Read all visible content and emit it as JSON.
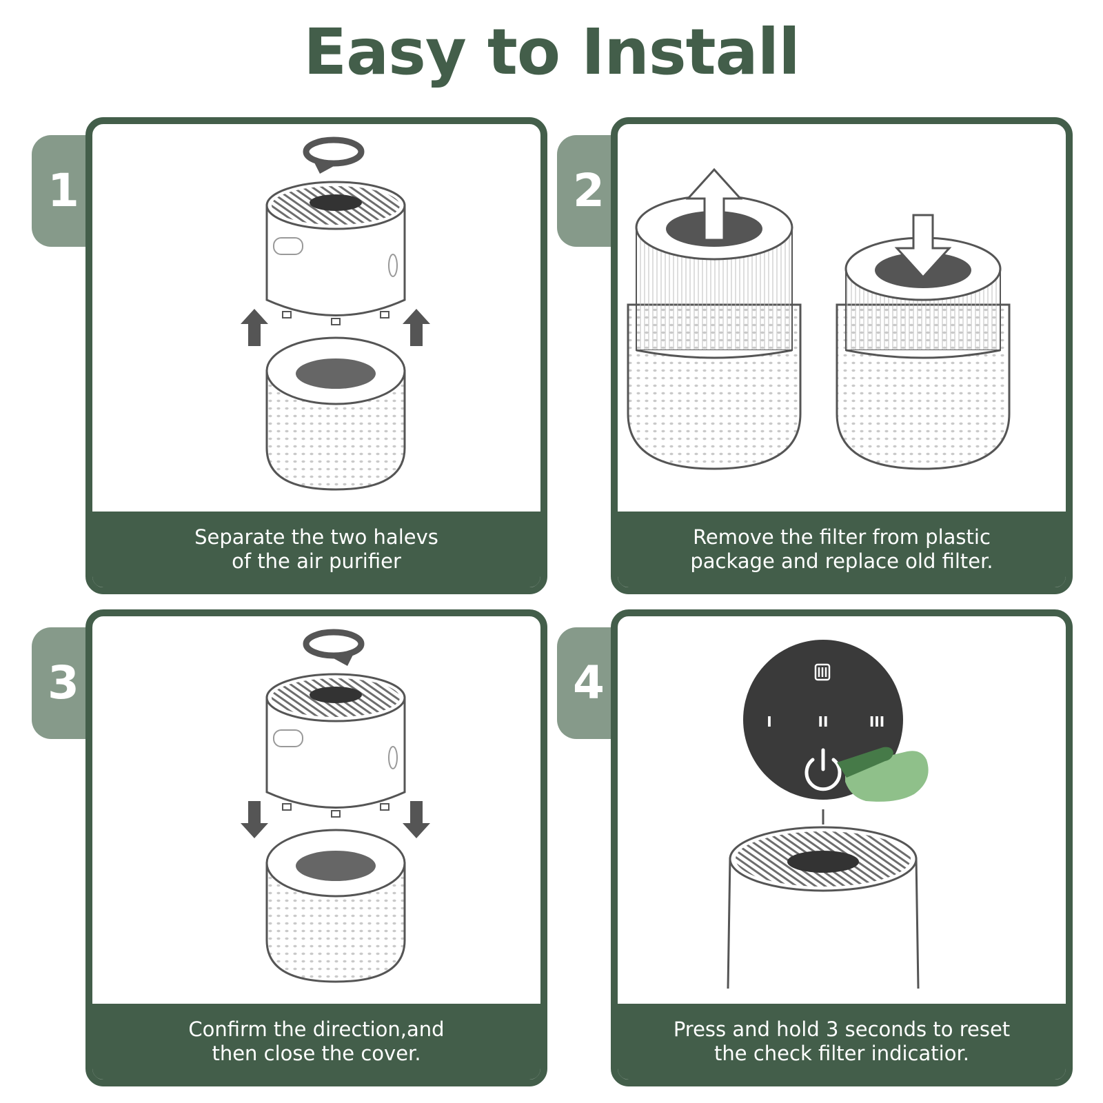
{
  "title": "Easy to Install",
  "colors": {
    "brand_green": "#435e4a",
    "tab_green": "#869a8a",
    "hand_green": "#8fc08a",
    "device_dark": "#3a3a3a"
  },
  "steps": [
    {
      "number": "1",
      "caption_line1": "Separate the two halevs",
      "caption_line2": "of the air purifier"
    },
    {
      "number": "2",
      "caption_line1": "Remove the filter from plastic",
      "caption_line2": "package and replace old filter."
    },
    {
      "number": "3",
      "caption_line1": "Confirm the direction,and",
      "caption_line2": "then close the cover."
    },
    {
      "number": "4",
      "caption_line1": "Press and hold 3 seconds to reset",
      "caption_line2": "the check filter indicatior."
    }
  ],
  "control_panel": {
    "speed_1": "I",
    "speed_2": "II",
    "speed_3": "III"
  }
}
